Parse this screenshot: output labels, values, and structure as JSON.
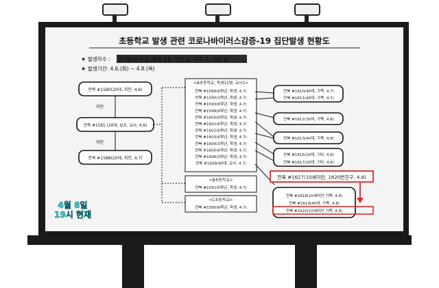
{
  "title": "초등학교 발생 관련 코로나바이러스감증-19 집단발생 현황도",
  "summary": {
    "count_label": "발생자수 :",
    "count_value": "27명(교사 2, 학생 14, 지인 2, 가족 7, 기타 2)",
    "period_label": "발생기간: 4.6.(화) ~ 4.8.(목)"
  },
  "left_cases": [
    {
      "id": "case-1580",
      "label": "전북 #1580(20대, 지인, 4.6)"
    },
    {
      "id": "case-1581",
      "label": "전북 #1581 (20대, 보조, 교사, 4.6)"
    },
    {
      "id": "case-1588",
      "label": "전북 #1588(20대, 지인, 4.7)"
    }
  ],
  "link_labels": [
    "지인",
    "지인"
  ],
  "school_a": {
    "header": "<A초등학교, 학생11명, 교사1>",
    "cases": [
      "전북 #1589(6학년, 학생, 4.7)",
      "전북 #1590(3학년, 학생, 4.7)",
      "전북 #1593(6학년, 학생, 4.7)",
      "전북 #1599(6학년, 학생, 4.7)",
      "전북 #1600(6학년, 학생, 4.7)",
      "전북 #1601(6학년, 학생, 4.7)",
      "전북 #1602(6학년, 학생, 4.7)",
      "전북 #1603(6학년, 학생, 4.7)",
      "전북 #1604(3학년, 학생, 4.7)",
      "전북 #1605(6학년, 학생, 4.7)",
      "전북 #1606(3학년, 학생, 4.7)",
      "전북 #1608(40대, 교사, 4.7)"
    ]
  },
  "school_b": {
    "header": "<B초등학교>",
    "case": "전북 #1592(5학년, 학생, 4.7)"
  },
  "school_c": {
    "header": "<C초등학교>",
    "case": "전북 #1595(6학년, 학생, 4.7)"
  },
  "family_groups": [
    [
      "전북 #1610(40대, 가족, 4.7)",
      "전북 #1611(40대, 가족, 4.7)"
    ],
    [
      "전북 #1612(30대, 가족, 4.8)"
    ],
    [
      "전북 #1613(40대, 가족, 4.8)"
    ],
    [
      "전북 #1615(20대, 기타, 4.8)",
      "전북 #1617(20대, 기타, 4.8)"
    ]
  ],
  "highlight_case": "전북 #1627(10세미만, 1620번친구, 4.8)",
  "bottom_group": [
    "전북 #1618(10세미만 가족, 4.8)",
    "전북 #1619(40대, 가족, 4.8)",
    "전북 #1620(10세미만 가족, 4.8)"
  ],
  "timestamp": {
    "line1": "4월 8일",
    "line2": "19시 현재"
  },
  "colors": {
    "frame": "#1a1a1a",
    "board_bg": "#f4f4f4",
    "highlight": "#d92b2b",
    "timestamp": "#2fd6d6",
    "summary_highlight": "#ecf03a",
    "summary_fill": "#2b2b2b"
  }
}
